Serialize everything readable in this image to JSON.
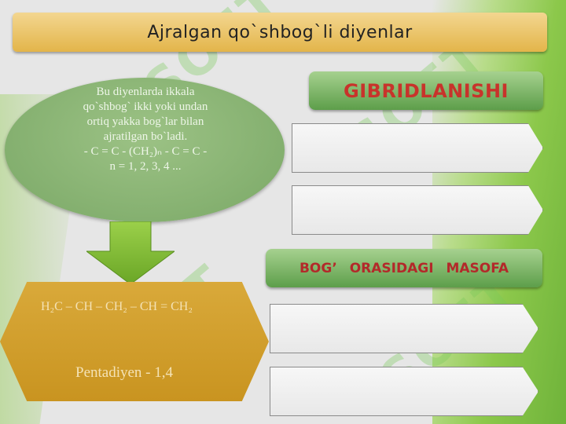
{
  "title": "Ajralgan qo`shbog`li diyenlar",
  "definition": {
    "line1": "Bu diyenlarda ikkala",
    "line2": "qo`shbog` ikki  yoki undan",
    "line3": "ortiq yakka bog`lar  bilan",
    "line4": "ajratilgan bo`ladi.",
    "formula": "- C = C  - (CH₂)ₙ - C = C  -",
    "n_values": "n = 1, 2, 3, 4 ..."
  },
  "example": {
    "formula": "H₂C – CH – CH₂ – CH = CH₂",
    "name": "Pentadiyen - 1,4"
  },
  "buttons": {
    "hybridization": "GIBRIDLANISHI",
    "bond_distance": "BOG’   ORASIDAGI   MASOFA"
  },
  "watermark_text": "SOFT",
  "colors": {
    "title_bar": "#e3b54a",
    "ellipse": "#7aa866",
    "hexagon": "#c99420",
    "green_button": "#5d9e4a",
    "button_text": "#c8332b",
    "arrow": "#7cba2e"
  }
}
